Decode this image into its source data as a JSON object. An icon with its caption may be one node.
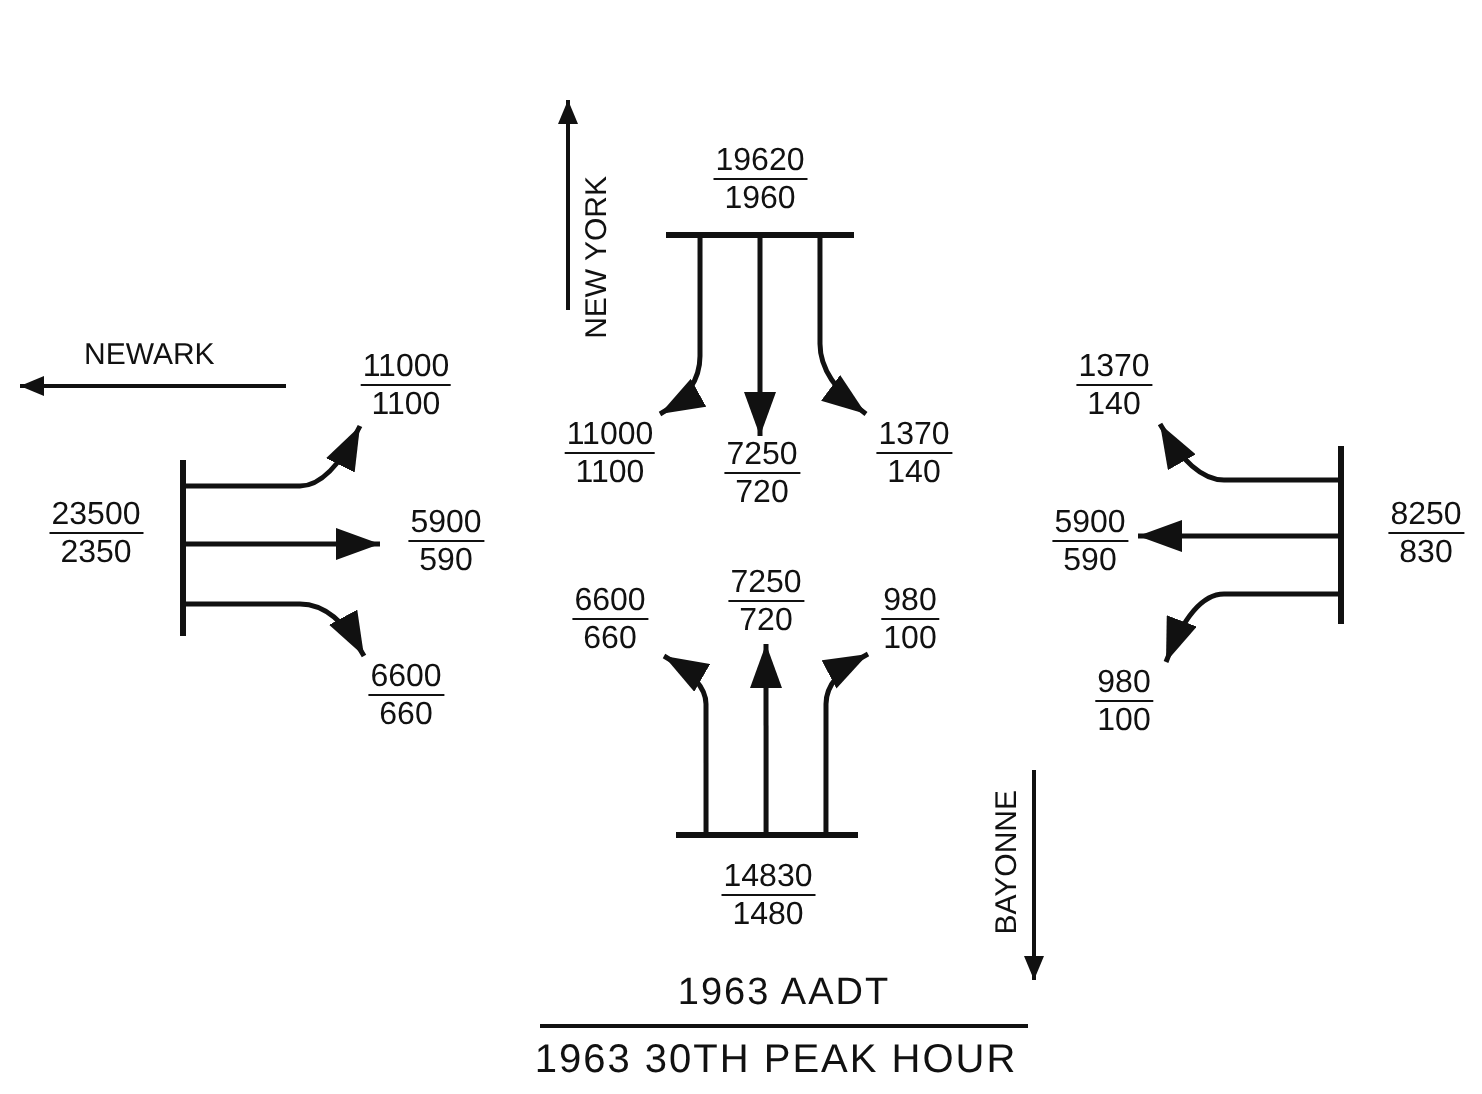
{
  "diagram": {
    "nodes": [
      {
        "text": [],
        "shape": "bar",
        "beside": [
          "19620",
          "1960"
        ]
      },
      {
        "text": [
          "11000",
          "1100"
        ]
      },
      {
        "text": [
          "7250",
          "720"
        ]
      },
      {
        "text": [
          "1370",
          "140"
        ]
      },
      {
        "text": [],
        "shape": "bar",
        "beside": [
          "23500",
          "2350"
        ]
      },
      {
        "text": [
          "11000",
          "1100"
        ]
      },
      {
        "text": [
          "5900",
          "590"
        ]
      },
      {
        "text": [
          "6600",
          "660"
        ]
      },
      {
        "text": [],
        "shape": "bar",
        "beside": [
          "8250",
          "830"
        ]
      },
      {
        "text": [
          "1370",
          "140"
        ]
      },
      {
        "text": [
          "5900",
          "590"
        ]
      },
      {
        "text": [
          "980",
          "100"
        ]
      },
      {
        "text": [],
        "shape": "bar",
        "beside": [
          "14830",
          "1480"
        ]
      },
      {
        "text": [
          "6600",
          "660"
        ]
      },
      {
        "text": [
          "7250",
          "720"
        ]
      },
      {
        "text": [
          "980",
          "100"
        ]
      }
    ],
    "edges": [
      {
        "from": 0,
        "to": 1,
        "arrow": "to"
      },
      {
        "from": 0,
        "to": 2,
        "arrow": "to"
      },
      {
        "from": 0,
        "to": 3,
        "arrow": "to"
      },
      {
        "from": 4,
        "to": 5,
        "arrow": "to"
      },
      {
        "from": 4,
        "to": 6,
        "arrow": "to"
      },
      {
        "from": 4,
        "to": 7,
        "arrow": "to"
      },
      {
        "from": 8,
        "to": 9,
        "arrow": "to"
      },
      {
        "from": 8,
        "to": 10,
        "arrow": "to"
      },
      {
        "from": 8,
        "to": 11,
        "arrow": "to"
      },
      {
        "from": 12,
        "to": 13,
        "arrow": "to"
      },
      {
        "from": 12,
        "to": 14,
        "arrow": "to"
      },
      {
        "from": 12,
        "to": 15,
        "arrow": "to"
      }
    ],
    "labels": [
      "NEW YORK",
      "NEWARK",
      "BAYONNE",
      "1963 AADT",
      "1963 30TH PEAK HOUR"
    ]
  }
}
